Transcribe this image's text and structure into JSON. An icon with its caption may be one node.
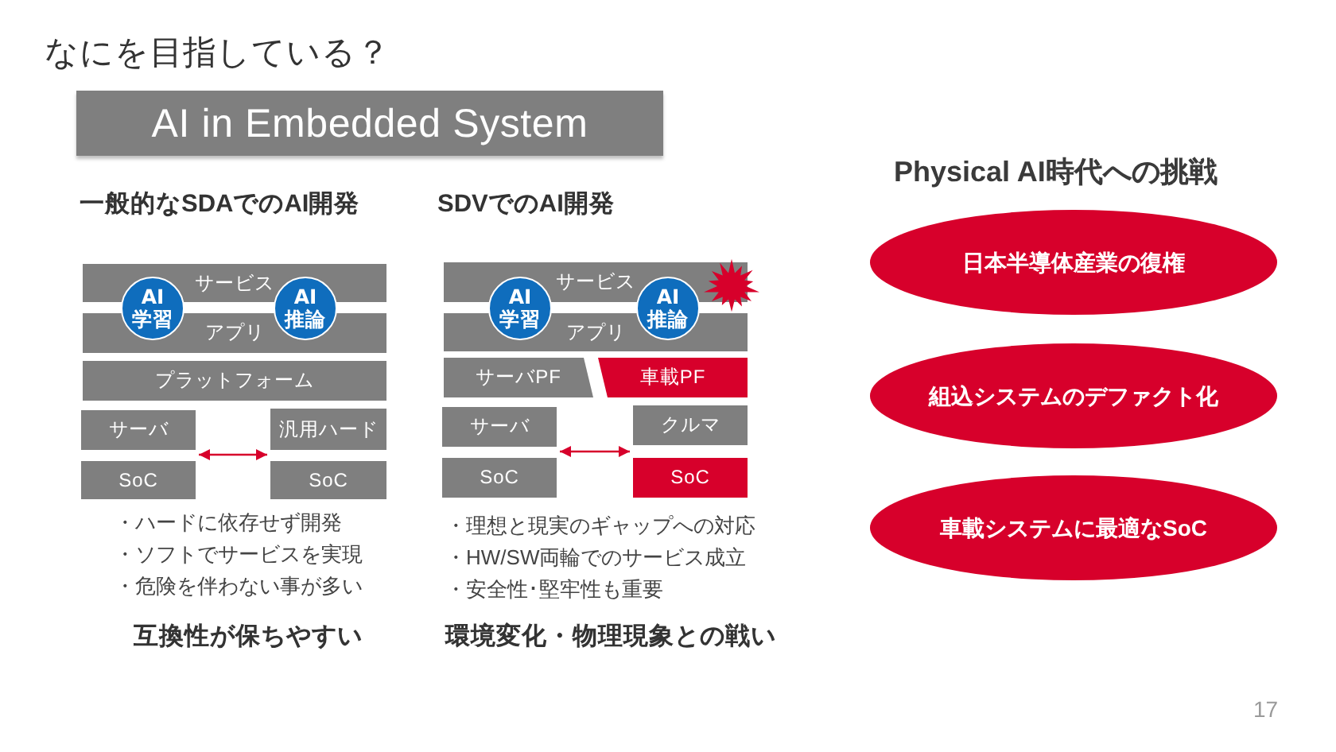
{
  "diagram": {
    "nodes": [
      {
        "text": [
          "AI in Embedded System"
        ]
      },
      {
        "text": [
          "サービス"
        ]
      },
      {
        "text": [
          "アプリ"
        ]
      },
      {
        "text": [
          "AI学習"
        ]
      },
      {
        "text": [
          "AI推論"
        ]
      },
      {
        "text": [
          "プラットフォーム"
        ]
      },
      {
        "text": [
          "サーバ"
        ]
      },
      {
        "text": [
          "汎用ハード"
        ]
      },
      {
        "text": [
          "SoC"
        ]
      },
      {
        "text": [
          "SoC"
        ]
      },
      {
        "text": [
          "サービス"
        ]
      },
      {
        "text": [
          "アプリ"
        ]
      },
      {
        "text": [
          "AI学習"
        ]
      },
      {
        "text": [
          "AI推論"
        ]
      },
      {
        "text": [
          "サーバPF"
        ]
      },
      {
        "text": [
          "車載PF"
        ]
      },
      {
        "text": [
          "サーバ"
        ]
      },
      {
        "text": [
          "クルマ"
        ]
      },
      {
        "text": [
          "SoC"
        ]
      },
      {
        "text": [
          "SoC"
        ]
      },
      {
        "text": [
          "日本半導体産業の復権"
        ]
      },
      {
        "text": [
          "組込システムのデファクト化"
        ]
      },
      {
        "text": [
          "車載システムに最適なSoC"
        ]
      }
    ],
    "edges": [
      {
        "from": 6,
        "to": 7,
        "arrow": "both"
      },
      {
        "from": 16,
        "to": 17,
        "arrow": "both"
      }
    ],
    "labels": [
      "なにを目指している？",
      "一般的なSDAでのAI開発",
      "SDVでのAI開発",
      "Physical AI時代への挑戦",
      "・ハードに依存せず開発",
      "・ソフトでサービスを実現",
      "・危険を伴わない事が多い",
      "互換性が保ちやすい",
      "・理想と現実のギャップへの対応",
      "・HW/SW両輪でのサービス成立",
      "・安全性･堅牢性も重要",
      "環境変化・物理現象との戦い",
      "17"
    ]
  }
}
